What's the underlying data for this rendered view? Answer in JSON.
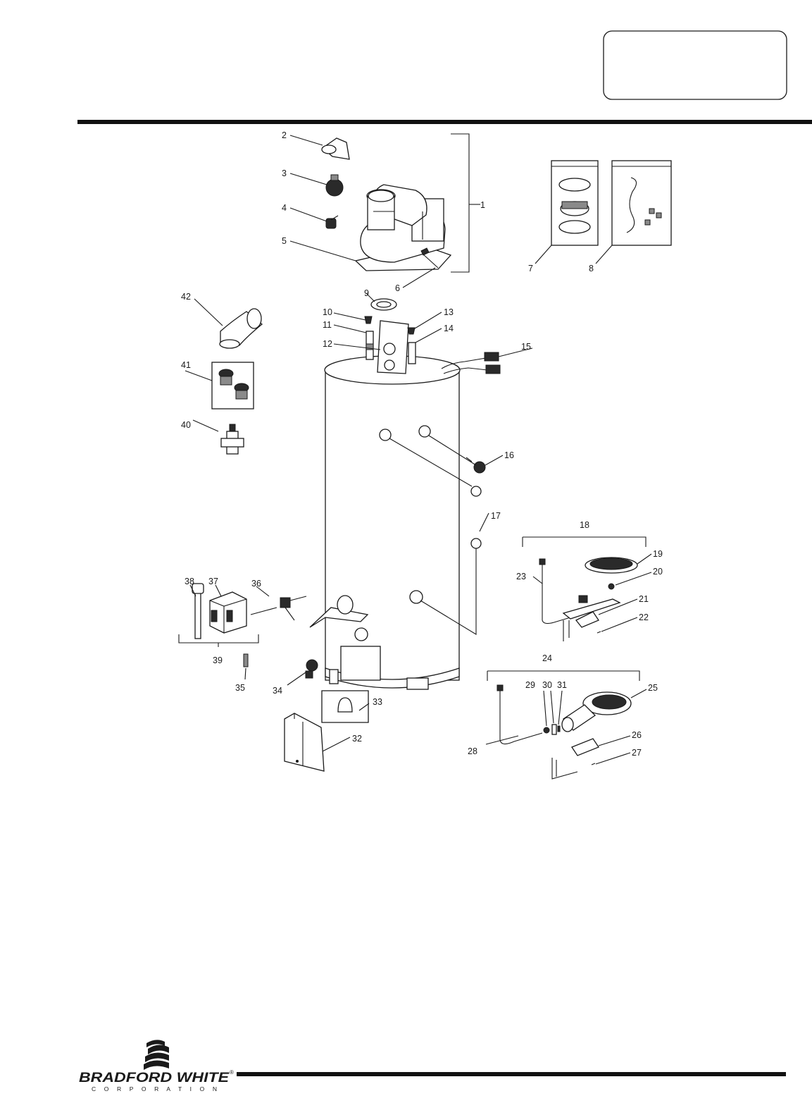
{
  "callouts": [
    "1",
    "2",
    "3",
    "4",
    "5",
    "6",
    "7",
    "8",
    "9",
    "10",
    "11",
    "12",
    "13",
    "14",
    "15",
    "16",
    "17",
    "18",
    "19",
    "20",
    "21",
    "22",
    "23",
    "24",
    "25",
    "26",
    "27",
    "28",
    "29",
    "30",
    "31",
    "32",
    "33",
    "34",
    "35",
    "36",
    "37",
    "38",
    "39",
    "40",
    "41",
    "42"
  ],
  "logo": {
    "brand": "BRADFORD WHITE",
    "sub": "C O R P O R A T I O N",
    "mark": "®"
  },
  "colors": {
    "ink": "#1a1a1a",
    "background": "#ffffff"
  }
}
